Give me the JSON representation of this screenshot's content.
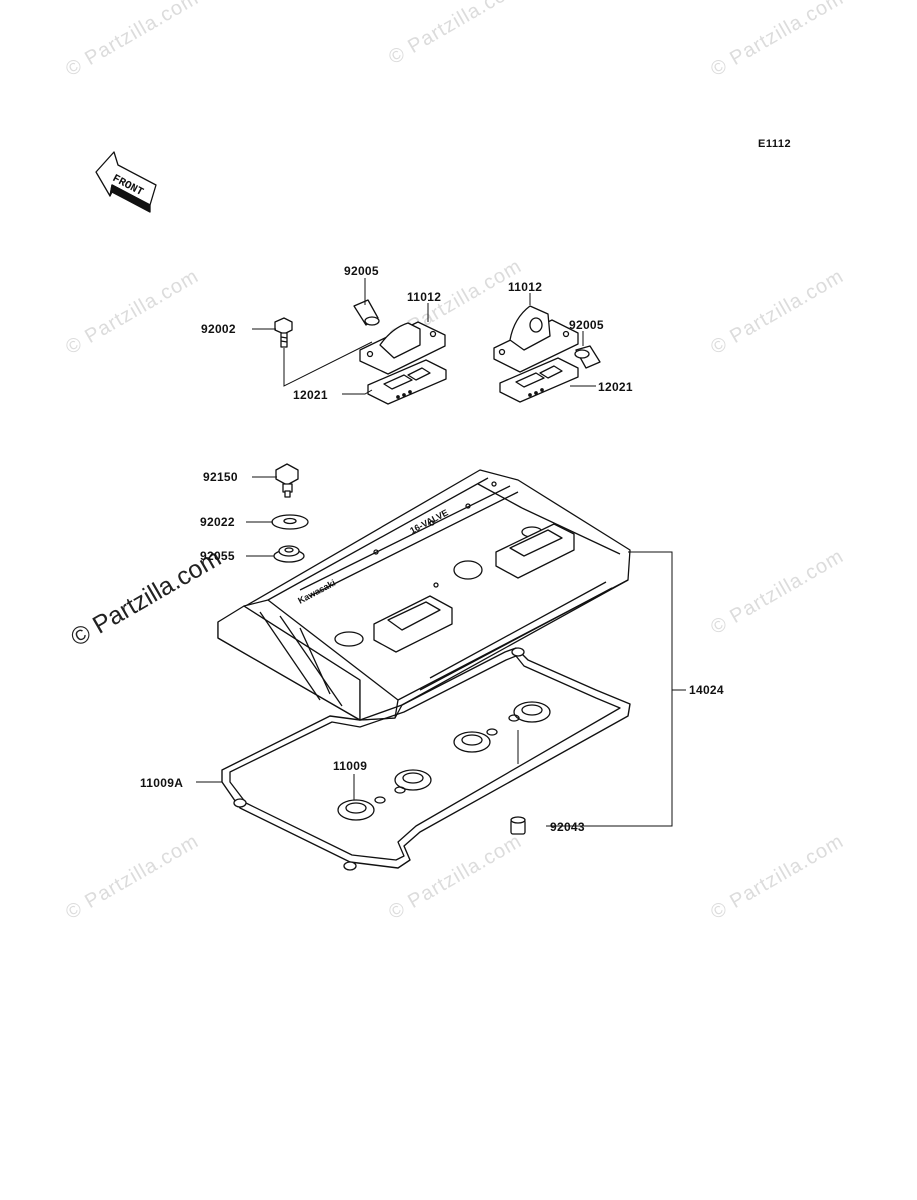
{
  "diagram": {
    "code": "E1112",
    "front_label": "FRONT",
    "brand_on_cover": "Kawasaki",
    "valve_on_cover": "16-VALVE",
    "watermark": "© Partzilla.com",
    "watermark_large": "© Partzilla.com",
    "parts": [
      {
        "id": "p92005a",
        "number": "92005"
      },
      {
        "id": "p11012a",
        "number": "11012"
      },
      {
        "id": "p92002",
        "number": "92002"
      },
      {
        "id": "p12021a",
        "number": "12021"
      },
      {
        "id": "p11012b",
        "number": "11012"
      },
      {
        "id": "p92005b",
        "number": "92005"
      },
      {
        "id": "p12021b",
        "number": "12021"
      },
      {
        "id": "p92150",
        "number": "92150"
      },
      {
        "id": "p92022",
        "number": "92022"
      },
      {
        "id": "p92055",
        "number": "92055"
      },
      {
        "id": "p14024",
        "number": "14024"
      },
      {
        "id": "p11009",
        "number": "11009"
      },
      {
        "id": "p11009A",
        "number": "11009A"
      },
      {
        "id": "p92043",
        "number": "92043"
      }
    ]
  }
}
